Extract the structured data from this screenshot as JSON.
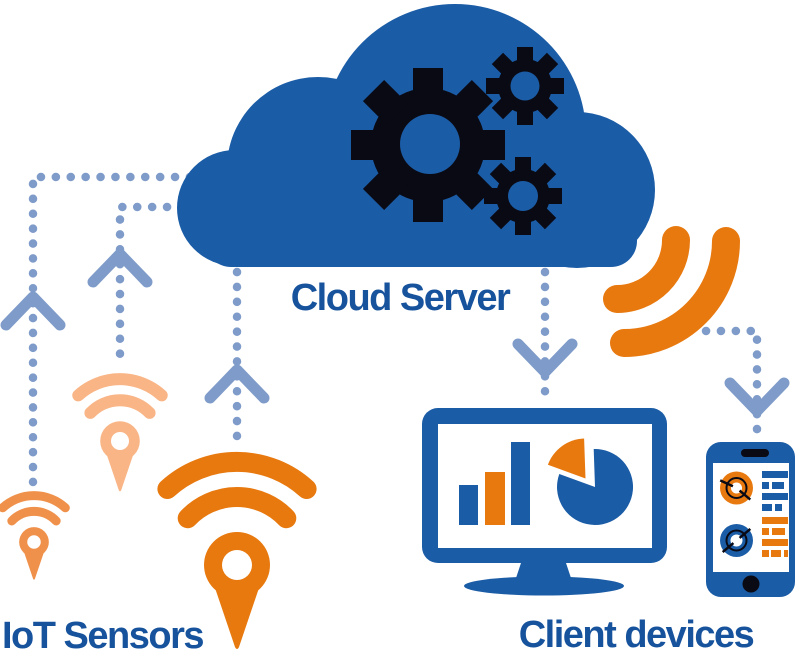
{
  "diagram": {
    "labels": {
      "cloud_server": "Cloud Server",
      "iot_sensors": "IoT Sensors",
      "client_devices": "Client devices"
    },
    "nodes": [
      {
        "id": "cloud-server",
        "label": "Cloud Server",
        "icon": "cloud-with-gears-icon"
      },
      {
        "id": "iot-sensors",
        "label": "IoT Sensors",
        "icon": "wifi-location-pin-icon",
        "sensor_count": 3
      },
      {
        "id": "client-devices",
        "label": "Client devices",
        "icons": [
          "desktop-monitor-icon",
          "smartphone-icon"
        ]
      }
    ],
    "connections": [
      {
        "from": "iot-sensor-small",
        "to": "cloud-server",
        "style": "dotted",
        "arrow": "up"
      },
      {
        "from": "iot-sensor-medium",
        "to": "cloud-server",
        "style": "dotted",
        "arrow": "up"
      },
      {
        "from": "iot-sensor-large",
        "to": "cloud-server",
        "style": "dotted",
        "arrow": "up"
      },
      {
        "from": "cloud-server",
        "to": "desktop-monitor",
        "style": "dotted",
        "arrow": "down"
      },
      {
        "from": "cloud-server",
        "to": "smartphone",
        "style": "dotted",
        "arrow": "down",
        "via": "wifi-signal"
      }
    ],
    "colors": {
      "blue": "#1b5ca6",
      "light_blue": "#7e9bc9",
      "text_blue": "#17539c",
      "orange": "#e8790f",
      "mid_orange": "#f0914b",
      "peach": "#f9b586",
      "dark": "#0a0a14",
      "background": "#ffffff"
    }
  }
}
